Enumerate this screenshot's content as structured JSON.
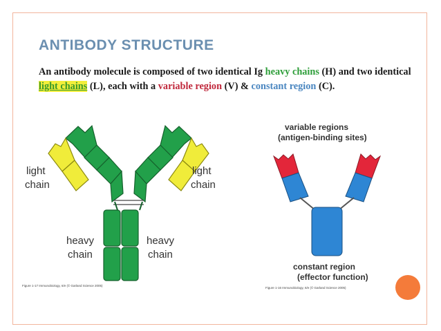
{
  "slide": {
    "title": "ANTIBODY STRUCTURE",
    "text": {
      "p1": "An antibody molecule is composed of two identical Ig ",
      "heavy_chains": "heavy chains",
      "p2": " (H) and two identical ",
      "light_chains": "light chains",
      "p3": " (L), each with a ",
      "variable_region": "variable region",
      "p4": " (V) & ",
      "constant_region": "constant region",
      "p5": " (C)."
    }
  },
  "figure_left": {
    "light_left": [
      "light",
      "chain"
    ],
    "light_right": [
      "light",
      "chain"
    ],
    "heavy_left": [
      "heavy",
      "chain"
    ],
    "heavy_right": [
      "heavy",
      "chain"
    ],
    "caption": "Figure 1-17 Immunobiology, 6/e (© Garland Science 2005)"
  },
  "figure_right": {
    "top_label": [
      "variable regions",
      "(antigen-binding sites)"
    ],
    "bottom_label": [
      "constant region",
      "(effector function)"
    ],
    "caption": "Figure 1-16 Immunobiology, 6/e (© Garland Science 2005)"
  },
  "colors": {
    "heavy": "#22a04a",
    "light": "#f0ec3a",
    "variable": "#e3263a",
    "constant": "#2e86d4",
    "accent_circle": "#f47b3a",
    "frame": "#f2b59c",
    "title": "#6b8fb0"
  }
}
